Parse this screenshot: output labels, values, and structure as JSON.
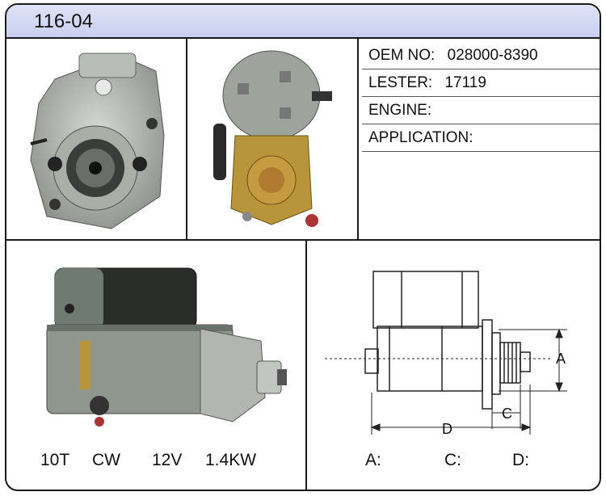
{
  "header": {
    "title": "116-04"
  },
  "specs": [
    {
      "label": "OEM NO:",
      "value": "028000-8390"
    },
    {
      "label": "LESTER:",
      "value": "17119"
    },
    {
      "label": "ENGINE:",
      "value": ""
    },
    {
      "label": "APPLICATION:",
      "value": ""
    }
  ],
  "ratings": {
    "teeth": "10T",
    "rotation": "CW",
    "voltage": "12V",
    "power": "1.4KW"
  },
  "dimensions": {
    "a_label": "A:",
    "c_label": "C:",
    "d_label": "D:",
    "a_mark": "A",
    "c_mark": "C",
    "d_mark": "D"
  },
  "colors": {
    "header_bg": "#c9cff0",
    "border": "#1a1a1a",
    "casing": "#9aa29a"
  }
}
